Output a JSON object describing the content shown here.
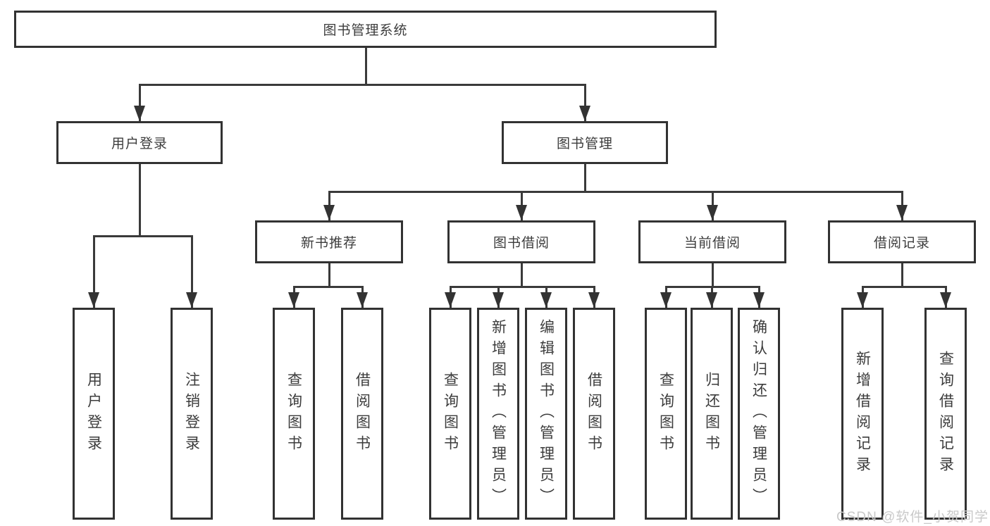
{
  "tree": {
    "root_label": "图书管理系统",
    "level2": [
      {
        "label": "用户登录"
      },
      {
        "label": "图书管理"
      }
    ],
    "level3": [
      {
        "label": "新书推荐"
      },
      {
        "label": "图书借阅"
      },
      {
        "label": "当前借阅"
      },
      {
        "label": "借阅记录"
      }
    ],
    "leaves": {
      "user_login": [
        "用户登录",
        "注销登录"
      ],
      "new_book": [
        "查询图书",
        "借阅图书"
      ],
      "book_borrow": [
        "查询图书",
        "新增图书（管理员）",
        "编辑图书（管理员）",
        "借阅图书"
      ],
      "current_borrow": [
        "查询图书",
        "归还图书",
        "确认归还（管理员）"
      ],
      "borrow_record": [
        "新增借阅记录",
        "查询借阅记录"
      ]
    }
  },
  "watermark": "CSDN @软件_小贺同学",
  "colors": {
    "box_border": "#323232",
    "connector_line": "#3a3a3a",
    "text": "#3c3c3c",
    "watermark_text": "#c9c9c9",
    "background": "#ffffff"
  }
}
